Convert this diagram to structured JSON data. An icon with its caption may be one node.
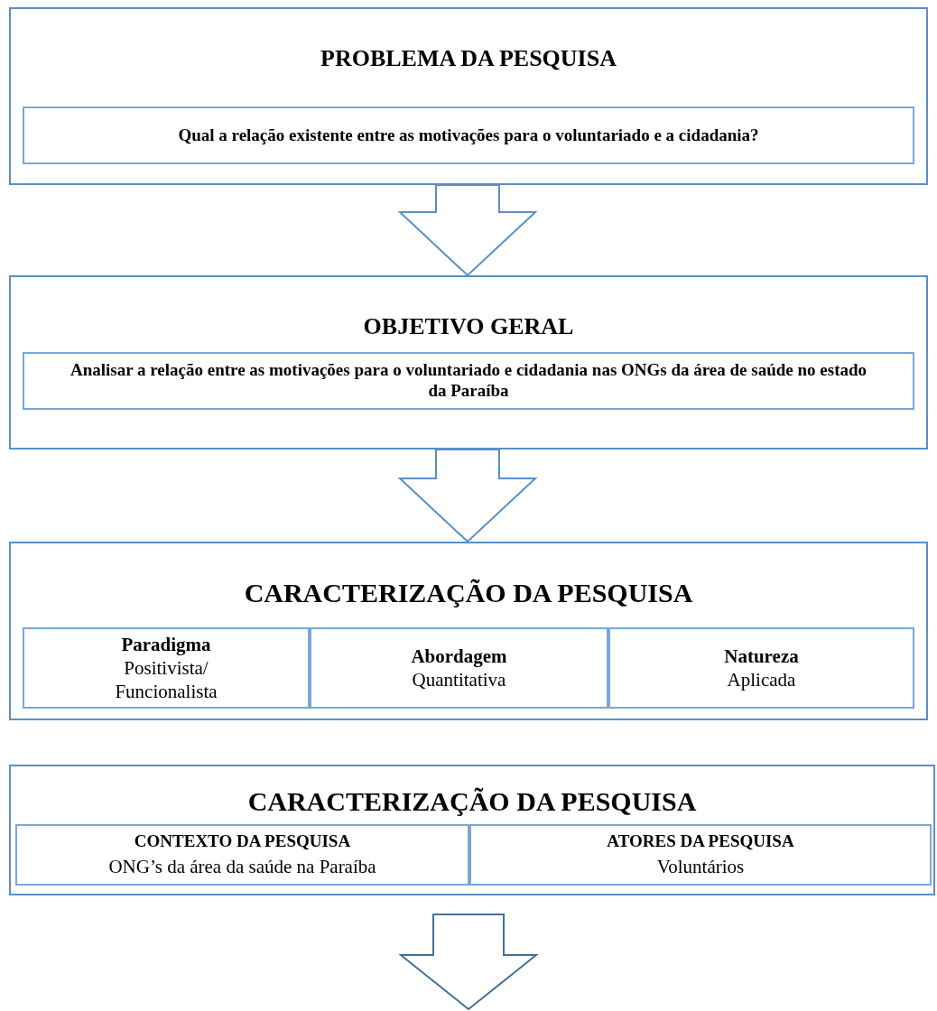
{
  "diagram": {
    "nodes": [
      {
        "text": [
          "PROBLEMA DA PESQUISA"
        ]
      },
      {
        "text": [
          "Qual a relação existente entre as motivações para o voluntariado e a cidadania?"
        ],
        "in": 0
      },
      {
        "text": [
          "OBJETIVO GERAL"
        ]
      },
      {
        "text": [
          "Analisar a relação entre as motivações para o voluntariado e cidadania nas ONGs da área de saúde no estado da Paraíba"
        ],
        "in": 2
      },
      {
        "text": [
          "CARACTERIZAÇÃO DA PESQUISA"
        ]
      },
      {
        "text": [
          "Paradigma",
          "Positivista/ Funcionalista"
        ],
        "in": 4
      },
      {
        "text": [
          "Abordagem",
          "Quantitativa"
        ],
        "in": 4
      },
      {
        "text": [
          "Natureza",
          "Aplicada"
        ],
        "in": 4
      },
      {
        "text": [
          "CARACTERIZAÇÃO DA PESQUISA"
        ]
      },
      {
        "text": [
          "CONTEXTO DA PESQUISA",
          "ONG’s da área da saúde na Paraíba"
        ],
        "in": 8
      },
      {
        "text": [
          "ATORES DA PESQUISA",
          "Voluntários"
        ],
        "in": 8
      }
    ],
    "edges": [
      {
        "from": 0,
        "to": 2,
        "arrow": "to"
      },
      {
        "from": 2,
        "to": 4,
        "arrow": "to"
      },
      {
        "from": 8,
        "to": null,
        "arrow": "to"
      }
    ]
  }
}
